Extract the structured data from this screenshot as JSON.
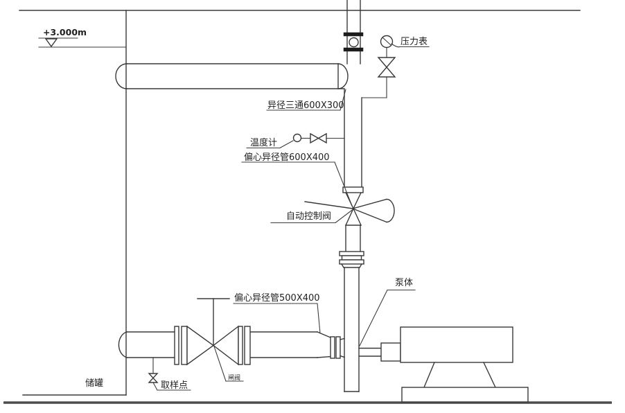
{
  "meta": {
    "type": "engineering-piping-installation-diagram",
    "background": "#ffffff",
    "line_color": "#383838",
    "ground_color": "#4c4c4c"
  },
  "labels": {
    "elevation": "+3.000m",
    "pressure_gauge": "压力表",
    "reducing_tee": "异径三通600X300",
    "thermometer": "温度计",
    "eccentric_reducer_600x400": "偏心异径管600X400",
    "auto_control_valve": "自动控制阀",
    "pump_body": "泵体",
    "eccentric_reducer_500x400": "偏心异径管500X400",
    "gate_valve": "闸阀",
    "storage_tank": "储罐",
    "sampling_point": "取样点"
  }
}
